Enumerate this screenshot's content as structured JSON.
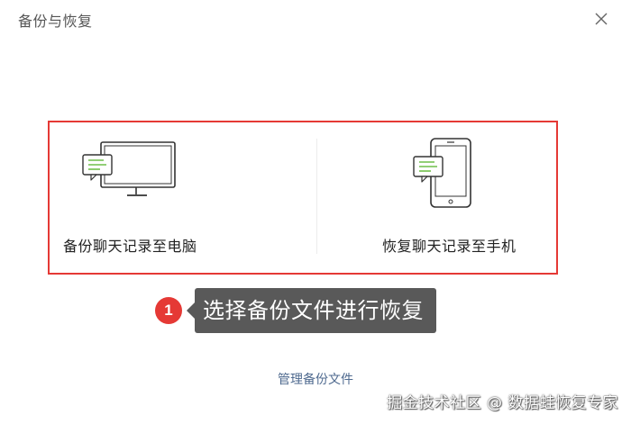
{
  "window": {
    "title": "备份与恢复"
  },
  "options": {
    "backup_label": "备份聊天记录至电脑",
    "restore_label": "恢复聊天记录至手机"
  },
  "step": {
    "number": "1",
    "tooltip": "选择备份文件进行恢复"
  },
  "footer": {
    "manage_link": "管理备份文件"
  },
  "watermark": "掘金技术社区 @ 数据蛙恢复专家",
  "colors": {
    "highlight_border": "#e53935",
    "badge": "#e53935",
    "tooltip_bg": "#595959",
    "link": "#4f6a8f",
    "chat_bubble": "#6fbf4a"
  }
}
